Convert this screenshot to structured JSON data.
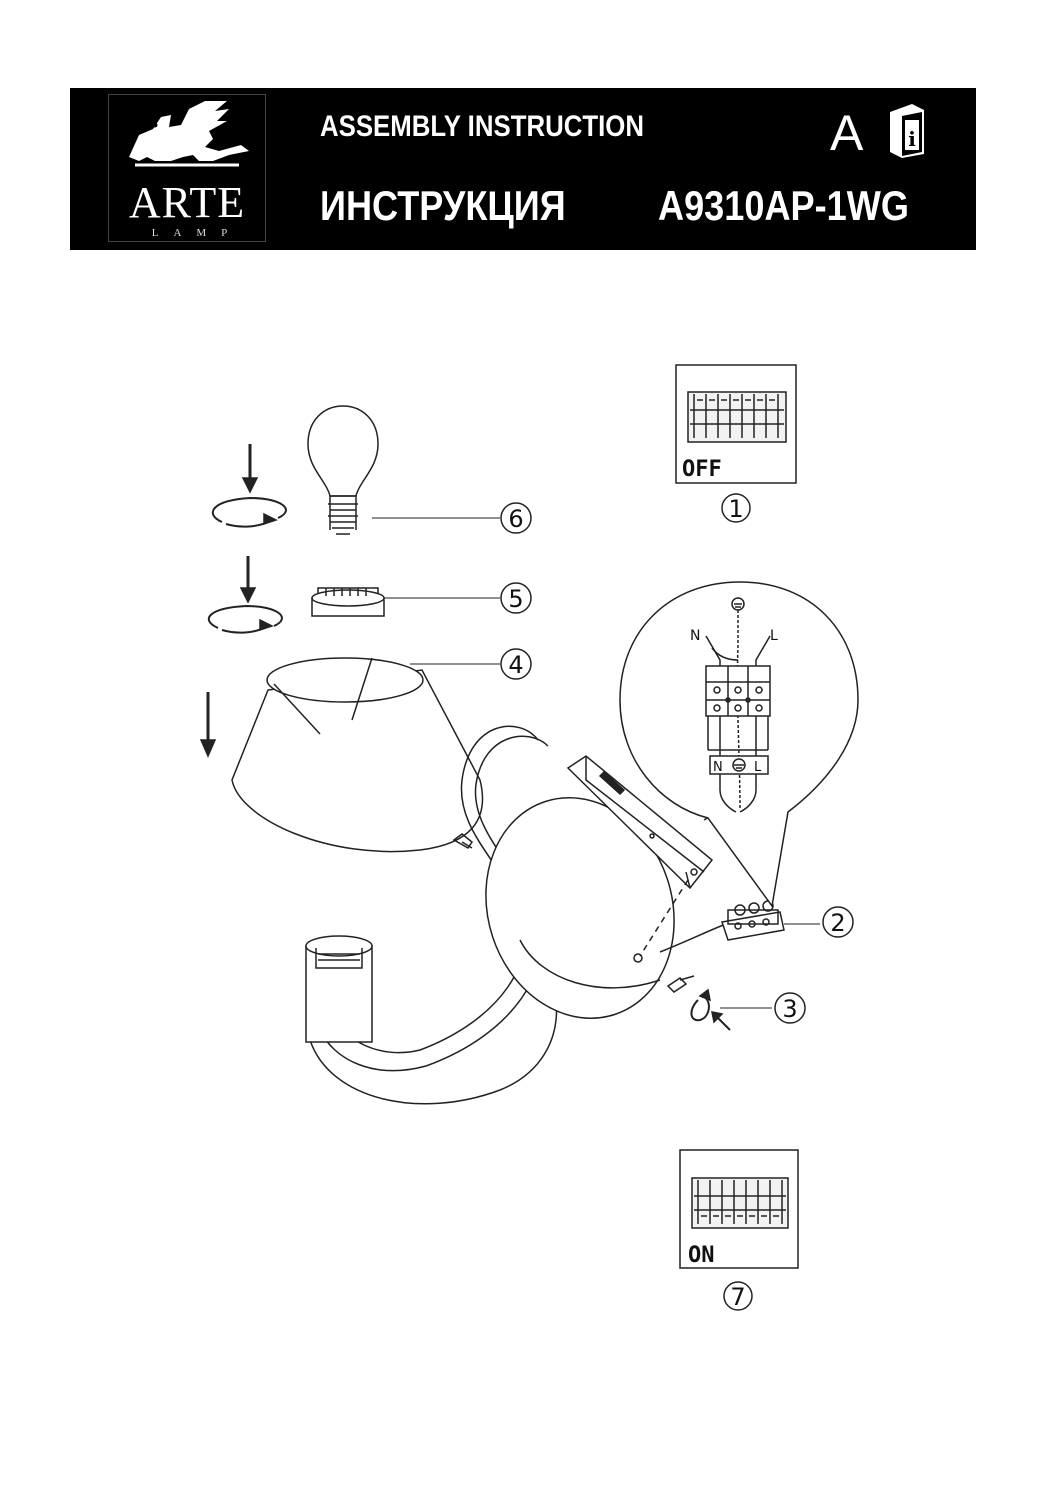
{
  "header": {
    "brand_name": "ARTE",
    "brand_sub": "LAMP",
    "title_en": "ASSEMBLY INSTRUCTION",
    "title_ru": "ИНСТРУКЦИЯ",
    "model": "A9310AP-1WG",
    "language_badge": "A",
    "icons": [
      "griffin-logo-icon",
      "info-manual-icon"
    ]
  },
  "panels": {
    "off_label": "OFF",
    "on_label": "ON"
  },
  "wiring": {
    "neutral": "N",
    "live": "L"
  },
  "steps": [
    "1",
    "2",
    "3",
    "4",
    "5",
    "6",
    "7"
  ],
  "colors": {
    "header_bg": "#000000",
    "line": "#222222"
  }
}
